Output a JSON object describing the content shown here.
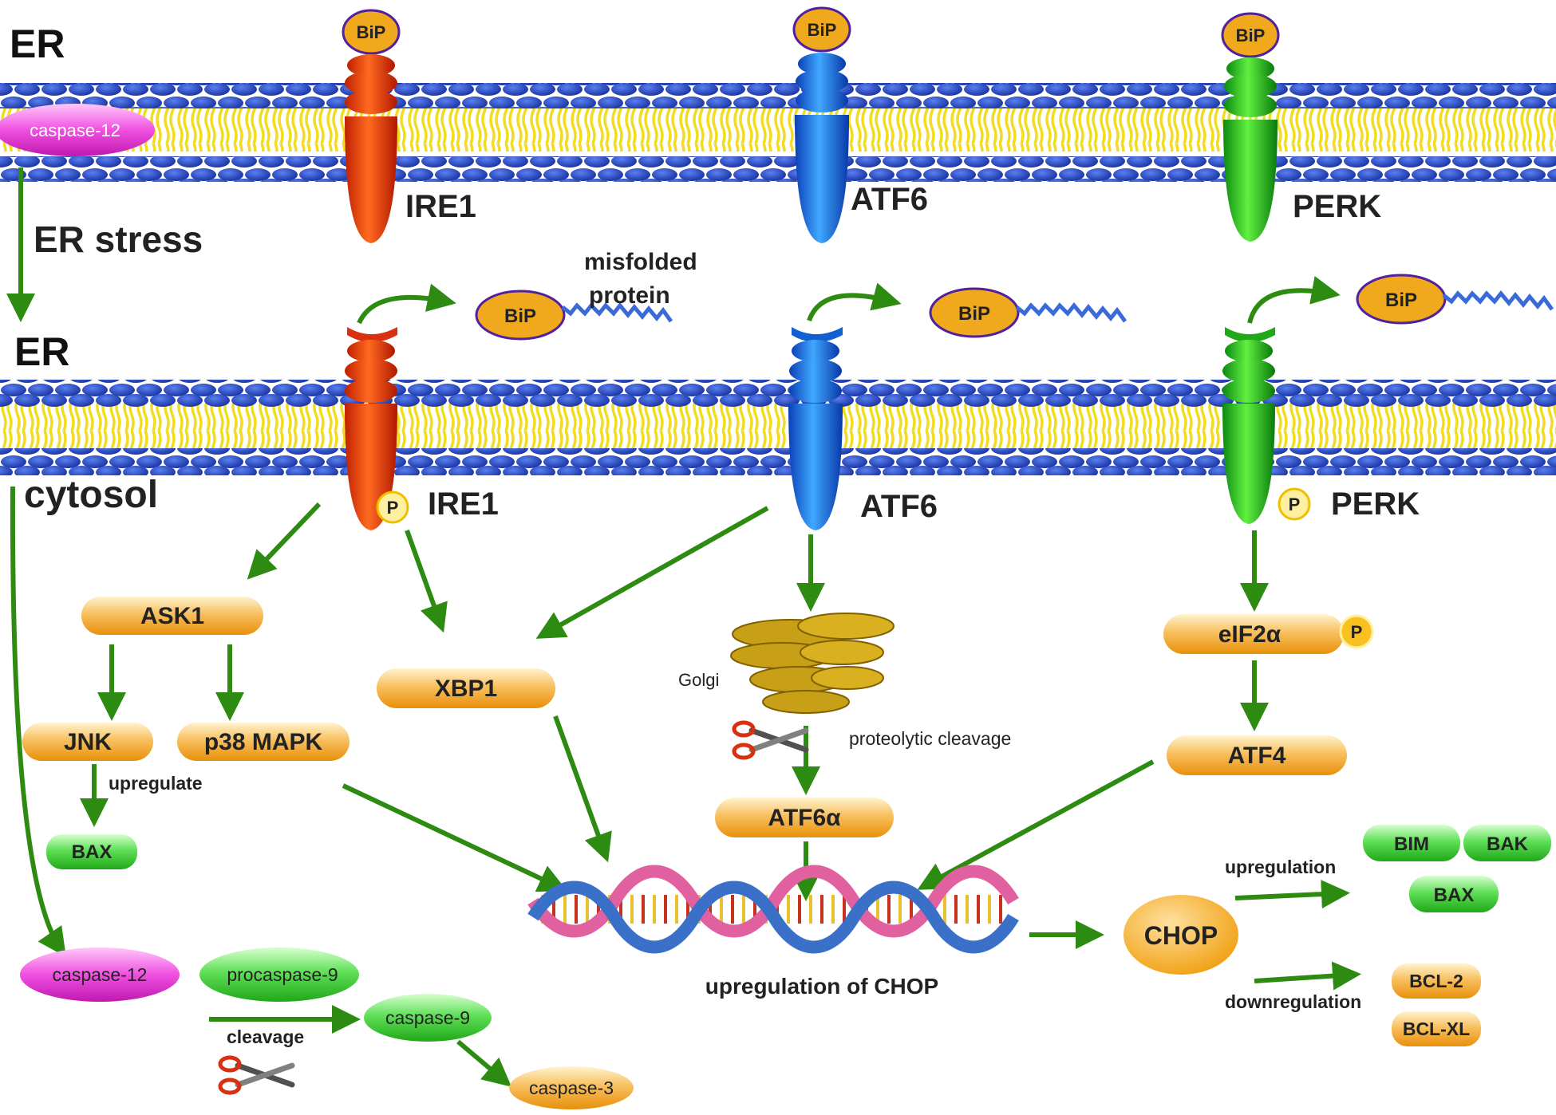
{
  "sections": {
    "top_er": "ER",
    "stress": "ER stress",
    "bottom_er": "ER",
    "cytosol": "cytosol"
  },
  "top_membrane": {
    "caspase": "caspase-12",
    "bip": "BiP",
    "sensors": [
      "IRE1",
      "ATF6",
      "PERK"
    ]
  },
  "bottom_membrane": {
    "bip": "BiP",
    "misfolded": [
      "misfolded",
      "protein"
    ],
    "sensors": [
      "IRE1",
      "ATF6",
      "PERK"
    ],
    "phospho": "P"
  },
  "ire1_branch": {
    "ask1": "ASK1",
    "jnk": "JNK",
    "p38": "p38 MAPK",
    "upregulate": "upregulate",
    "bax": "BAX",
    "xbp1": "XBP1"
  },
  "atf6_branch": {
    "golgi": "Golgi",
    "cleavage": "proteolytic cleavage",
    "atf6a": "ATF6α"
  },
  "perk_branch": {
    "eif2a": "eIF2α",
    "atf4": "ATF4"
  },
  "chop": {
    "label": "upregulation of CHOP",
    "node": "CHOP",
    "upregulation": "upregulation",
    "downregulation": "downregulation",
    "up_targets": [
      "BIM",
      "BAK",
      "BAX"
    ],
    "down_targets": [
      "BCL-2",
      "BCL-XL"
    ]
  },
  "caspase_path": {
    "casp12": "caspase-12",
    "procasp9": "procaspase-9",
    "cleavage": "cleavage",
    "casp9": "caspase-9",
    "casp3": "caspase-3"
  },
  "colors": {
    "arrow": "#2e8b12",
    "ire1": "#e8350c",
    "atf6": "#1870e8",
    "perk": "#22b818",
    "bip": "#f0a81c",
    "caspase12": "#e83ad8",
    "orange_pill": "#f5a623",
    "green_pill": "#3cc83c",
    "lipid_head": "#2448c8",
    "lipid_tail": "#f8e838"
  }
}
